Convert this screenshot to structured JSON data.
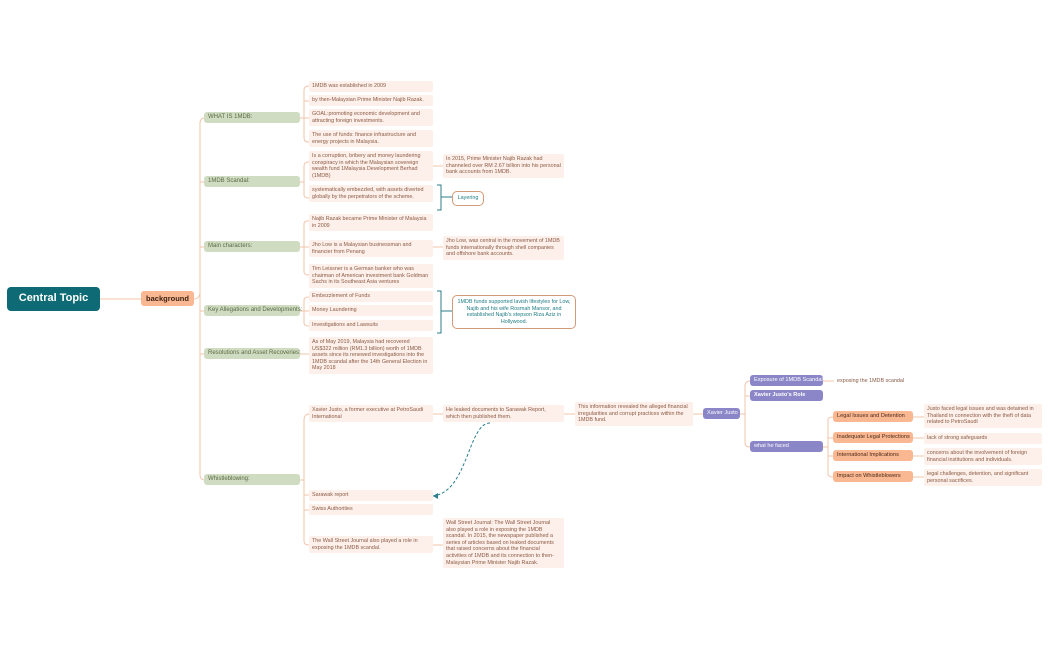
{
  "central_topic": "Central Topic",
  "main_topic": "background",
  "sections": {
    "what_is_1mdb": {
      "label": "WHAT IS 1MDB:",
      "items": [
        "1MDB was established in 2009",
        "by then-Malaysian Prime Minister Najib Razak.",
        "GOAL:promoting economic development and attracting foreign investments.",
        "The use of funds: finance infrastructure and energy projects in Malaysia."
      ]
    },
    "scandal": {
      "label": "1MDB Scandal:",
      "items": [
        "Is a corruption, bribery and money laundering conspiracy in which the Malaysian sovereign wealth fund 1Malaysia Development Berhad (1MDB)",
        "systematically embezzled, with assets diverted globally by the perpetrators of the scheme."
      ],
      "detail": "In 2015, Prime Minister Najib Razak had channeled over RM 2.67 billion into his personal bank accounts from 1MDB.",
      "callout": "Layering"
    },
    "characters": {
      "label": "Main characters:",
      "items": [
        "Najib Razak became Prime Minister of Malaysia in 2009",
        "Jho Low is a Malaysian businessman and financier from Penang",
        "Tim Leissner is a German banker who was chairman of American investment bank Goldman Sachs in its Southeast Asia ventures"
      ],
      "detail": "Jho Low, was central in the movement of 1MDB funds internationally through shell companies and offshore bank accounts."
    },
    "allegations": {
      "label": "Key Allegations and Developments:",
      "items": [
        "Embezzlement of Funds",
        "Money Laundering",
        "Investigations and Lawsuits"
      ],
      "callout": "1MDB funds supported lavish lifestyles for Low, Najib and his wife Rosmah Mansor, and established Najib's stepson Riza Aziz in Hollywood."
    },
    "resolutions": {
      "label": "Resolutions and Asset Recoveries:",
      "item": "As of May 2019, Malaysia had recovered US$322 million (RM1.3 billion) worth of 1MDB assets since its renewed investigations into the 1MDB scandal after the 14th General Election in May 2018"
    },
    "whistleblowing": {
      "label": "Whistleblowing:",
      "items": [
        "Xavier Justo, a former executive at PetroSaudi International",
        "Sarawak report",
        "Swiss Authorities",
        "The Wall Street Journal also played a role in exposing the 1MDB scandal."
      ],
      "leaked": "He leaked documents to Sarawak Report, which then published them.",
      "revealed": "This information revealed the alleged financial irregularities and corrupt practices within the 1MDB fund.",
      "wsj_detail": "Wall Street Journal: The Wall Street Journal also played a role in exposing the 1MDB scandal. In 2015, the newspaper published a series of articles based on leaked documents that raised concerns about the financial activities of 1MDB and its connection to then-Malaysian Prime Minister Najib Razak.",
      "xavier": {
        "label": "Xavier Justo",
        "exposure": "Exposure of 1MDB Scandal",
        "exposure_detail": "exposing the 1MDB scandal",
        "role": "Xavier Justo's Role",
        "faced": "what he faced",
        "issues": [
          {
            "label": "Legal Issues and Detention",
            "detail": "Justo faced legal issues and was detained in Thailand in connection with the theft of data related to PetroSaudi"
          },
          {
            "label": "Inadequate Legal Protections",
            "detail": "lack of strong safeguards"
          },
          {
            "label": "International Implications",
            "detail": "concerns about the involvement of foreign financial institutions and individuals."
          },
          {
            "label": "Impact on Whistleblowers",
            "detail": "legal challenges, detention, and significant personal sacrifices."
          }
        ]
      }
    }
  },
  "colors": {
    "central": "#0e6b75",
    "main": "#f9b792",
    "subtopic": "#cfdcc1",
    "leaf": "#fdf0ea",
    "purple": "#8a86c7",
    "connector": "#f2c4aa",
    "relation": "#2b7f8a"
  }
}
